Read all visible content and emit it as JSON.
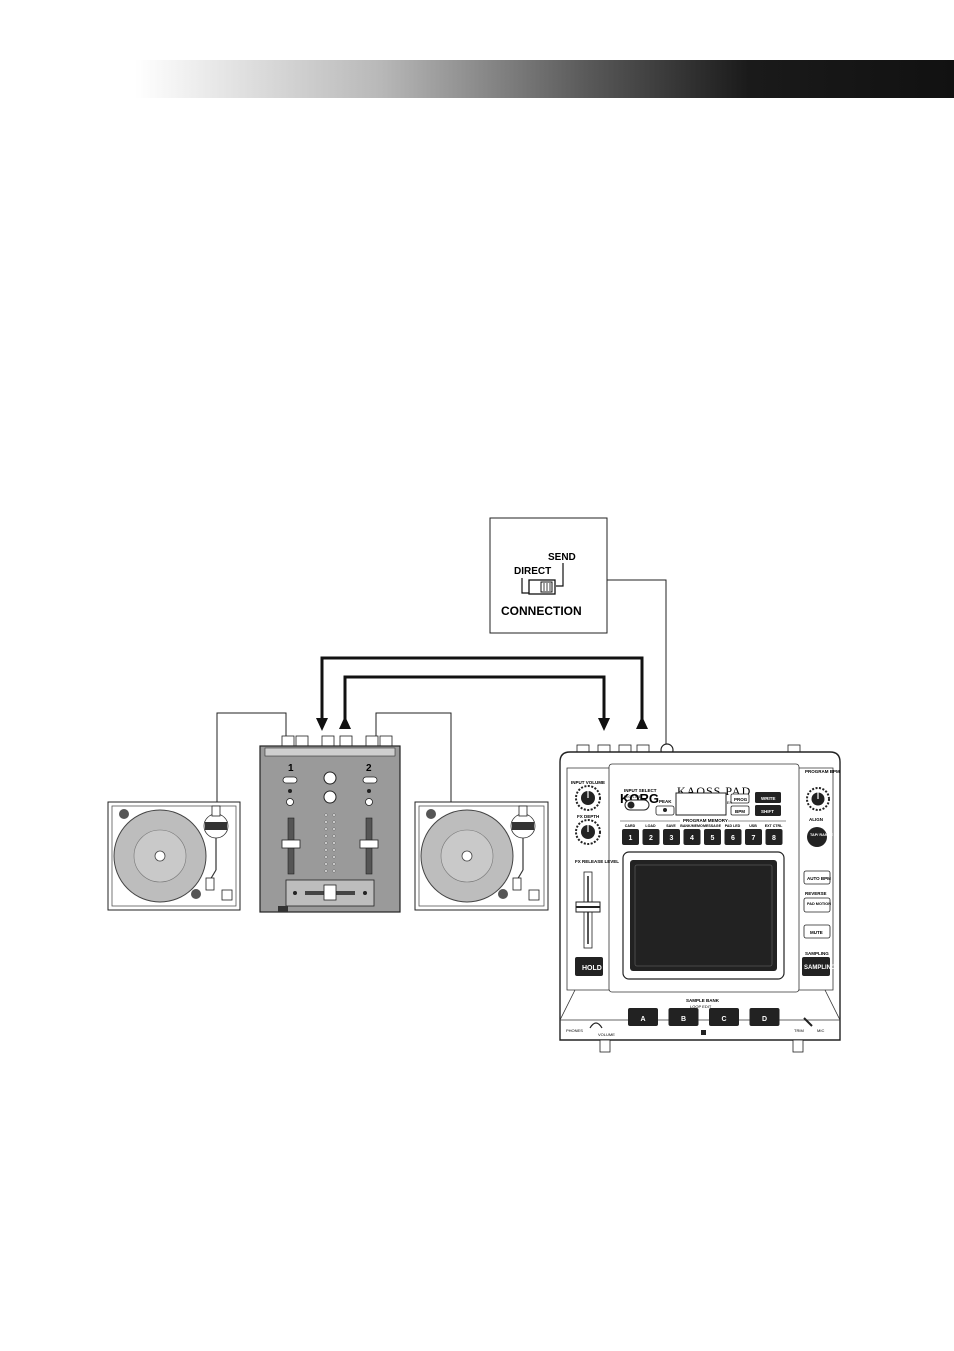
{
  "switch_panel": {
    "send_label": "SEND",
    "direct_label": "DIRECT",
    "title": "CONNECTION"
  },
  "mixer": {
    "channel_1": "1",
    "channel_2": "2"
  },
  "kaoss_pad": {
    "brand": "KORG",
    "model": "KAOSS PAD",
    "subtitle": "DYNAMIC EFFECT/SAMPLER",
    "input_volume": "INPUT VOLUME",
    "fx_depth": "FX DEPTH",
    "fx_release_level": "FX RELEASE LEVEL",
    "input_select": "INPUT SELECT",
    "input_select_opts": "MIC   LINE",
    "peak": "PEAK",
    "prog": "PROG",
    "write": "WRITE",
    "bpm": "BPM",
    "shift": "SHIFT",
    "program_memory": "PROGRAM MEMORY",
    "mem_labels": [
      "CARD",
      "LOAD",
      "SAVE",
      "BANK/MEMO",
      "MESSAGE",
      "PAD LED",
      "USB",
      "EXT CTRL"
    ],
    "mem_numbers": [
      "1",
      "2",
      "3",
      "4",
      "5",
      "6",
      "7",
      "8"
    ],
    "program_bpm": "PROGRAM BPM",
    "align": "ALIGN",
    "tap_range": "TAP/ RANGE",
    "auto_bpm": "AUTO BPM",
    "reverse": "REVERSE",
    "pad_motion": "PAD MOTION",
    "mute": "MUTE",
    "sampling_top": "SAMPLING",
    "sampling": "SAMPLING",
    "hold": "HOLD",
    "sample_bank": "SAMPLE BANK",
    "loop_edit": "LOOP EDIT",
    "bank_buttons": [
      "A",
      "B",
      "C",
      "D"
    ],
    "phones": "PHONES",
    "volume": "VOLUME",
    "trim": "TRIM",
    "mic": "MIC"
  }
}
